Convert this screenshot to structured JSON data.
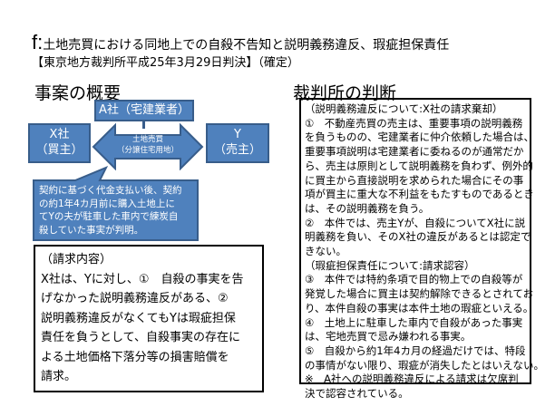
{
  "title": {
    "prefix": "f:",
    "text": "土地売買における同地上での自殺不告知と説明義務違反、瑕疵担保責任"
  },
  "subtitle": "【東京地方裁判所平成25年3月29日判決】（確定）",
  "left_heading": "事案の概要",
  "right_heading": "裁判所の判断",
  "diagram": {
    "a_company": "A社（宅建業者）",
    "x_company": [
      "X社",
      "（買主）"
    ],
    "y_party": [
      "Y",
      "（売主）"
    ],
    "arrow": [
      "土地売買",
      "（分譲住宅用地）"
    ],
    "callout": [
      "契約に基づく代金支払い後、契約",
      "の約1年4カ月前に購入土地上に",
      "てYの夫が駐車した車内で練炭自",
      "殺していた事実が判明。"
    ]
  },
  "claim": [
    "（請求内容）",
    "X社は、Yに対し、①　自殺の事実を告",
    "げなかった説明義務違反がある、②",
    "説明義務違反がなくてもYは瑕疵担保",
    "責任を負うとして、自殺事実の存在に",
    "よる土地価格下落分等の損害賠償を",
    "請求。"
  ],
  "judgment": [
    "（説明義務違反について:X社の請求棄却）",
    "①　不動産売買の売主は、重要事項の説明義務",
    "を負うものの、宅建業者に仲介依頼した場合は、",
    "重要事項説明は宅建業者に委ねるのが通常だか",
    "ら、売主は原則として説明義務を負わず、例外的",
    "に買主から直接説明を求められた場合にその事",
    "項が買主に重大な不利益をもたすものであるとき",
    "は、その説明義務を負う。",
    "②　本件では、売主Yが、自殺についてX社に説",
    "明義務を負い、そのX社の違反があるとは認定で",
    "きない。",
    "（瑕疵担保責任について:請求認容）",
    "③　本件では特約条項で目的物上での自殺等が",
    "発覚した場合に買主は契約解除できるとされてお",
    "り、本件自殺の事実は本件土地の瑕疵といえる。",
    "④　土地上に駐車した車内で自殺があった事実",
    "は、宅地売買で忌み嫌われる事実。",
    "⑤　自殺から約1年4カ月の経過だけでは、特段",
    "の事情がない限り、瑕疵が消失したとはいえない。",
    "※　A社への説明義務違反による請求は欠席判",
    "決で認容されている。"
  ],
  "colors": {
    "shape_fill": "#4f81bd",
    "shape_border": "#385d8a"
  }
}
